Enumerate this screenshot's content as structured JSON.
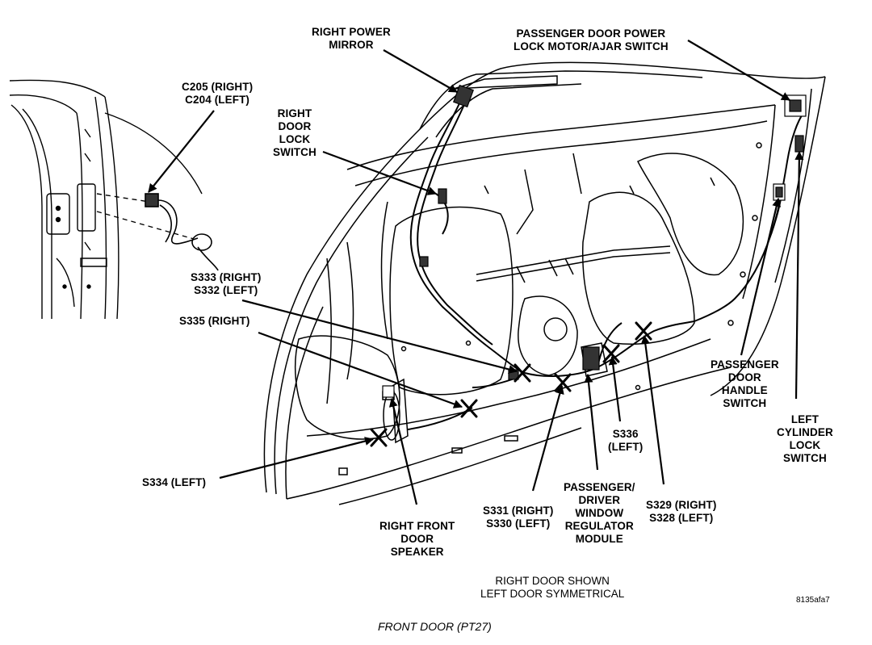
{
  "labels": {
    "right_power_mirror": [
      "RIGHT POWER",
      "MIRROR"
    ],
    "passenger_lock_motor": [
      "PASSENGER DOOR POWER",
      "LOCK MOTOR/AJAR SWITCH"
    ],
    "c205_c204": [
      "C205 (RIGHT)",
      "C204 (LEFT)"
    ],
    "right_door_lock_switch": [
      "RIGHT",
      "DOOR",
      "LOCK",
      "SWITCH"
    ],
    "s333_s332": [
      "S333 (RIGHT)",
      "S332 (LEFT)"
    ],
    "s335": [
      "S335 (RIGHT)"
    ],
    "passenger_door_handle_switch": [
      "PASSENGER",
      "DOOR",
      "HANDLE",
      "SWITCH"
    ],
    "left_cylinder_lock_switch": [
      "LEFT",
      "CYLINDER",
      "LOCK",
      "SWITCH"
    ],
    "s336": [
      "S336",
      "(LEFT)"
    ],
    "s334": [
      "S334 (LEFT)"
    ],
    "window_regulator_module": [
      "PASSENGER/",
      "DRIVER",
      "WINDOW",
      "REGULATOR",
      "MODULE"
    ],
    "s329_s328": [
      "S329 (RIGHT)",
      "S328 (LEFT)"
    ],
    "s331_s330": [
      "S331 (RIGHT)",
      "S330 (LEFT)"
    ],
    "right_front_door_speaker": [
      "RIGHT FRONT",
      "DOOR",
      "SPEAKER"
    ]
  },
  "note": [
    "RIGHT DOOR SHOWN",
    "LEFT DOOR SYMMETRICAL"
  ],
  "figure_code": "8135afa7",
  "caption": "FRONT DOOR (PT27)"
}
